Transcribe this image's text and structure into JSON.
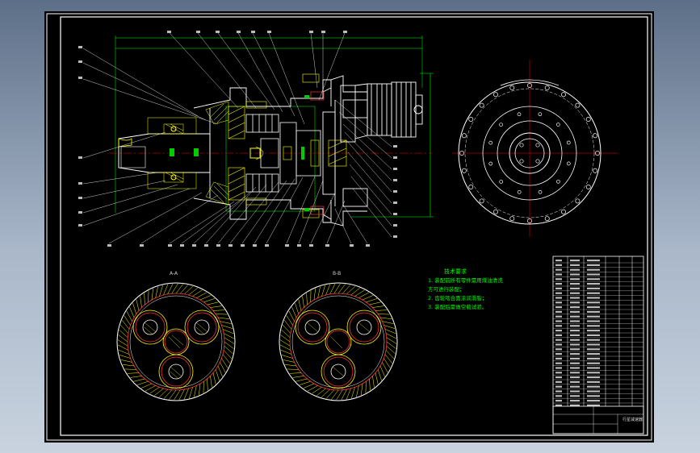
{
  "sheet": {
    "background": "#000000",
    "frame_color": "#ffffff",
    "line_colors": {
      "outline": "#ffffff",
      "hatch": "#ffff00",
      "leader": "#ffffff",
      "dimension": "#00ff00",
      "center": "#ff0000",
      "gear_ring": "#ff3333"
    }
  },
  "views": {
    "section_a_label": "A-A",
    "section_b_label": "B-B"
  },
  "technical_notes": {
    "title": "技术要求",
    "lines": [
      "1. 装配前所有零件需用煤油清洗",
      "方可进行装配；",
      "2. 齿轮啮合面涂润滑脂；",
      "3. 装配后需做空载试验。"
    ]
  },
  "title_block": {
    "drawing_name": "行星减速器"
  },
  "icons": {
    "zoom_cursor": "crosshair-icon"
  }
}
